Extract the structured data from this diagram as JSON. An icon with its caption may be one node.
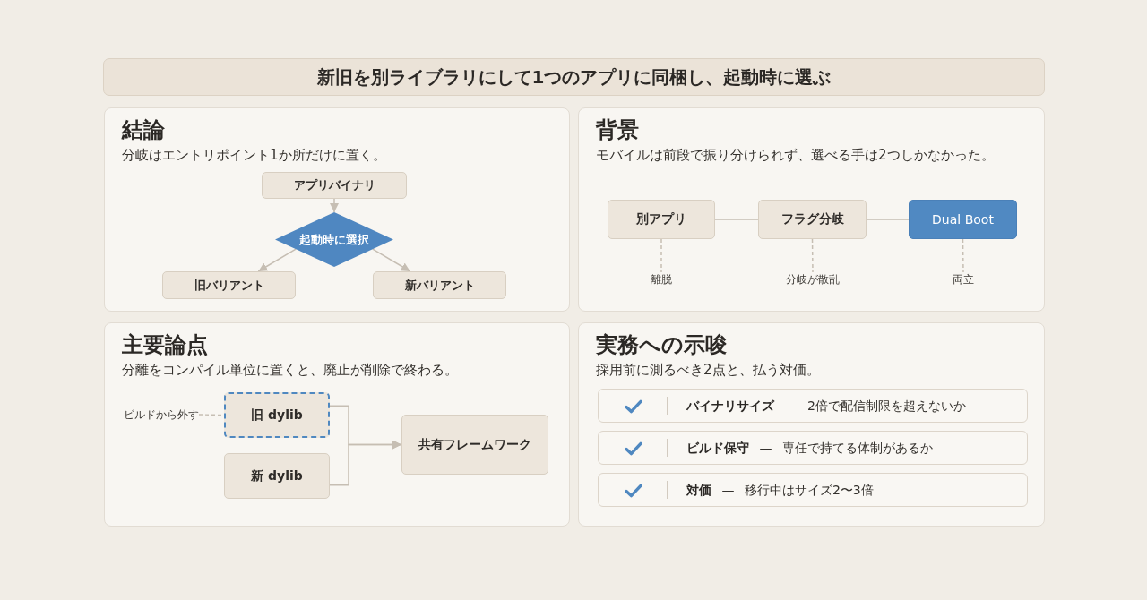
{
  "diagram": {
    "title": "新旧を別ライブラリにして1つのアプリに同梱し、起動時に選ぶ",
    "nodes": [
      {
        "text": [
          "結論",
          "分岐はエントリポイント1か所だけに置く。"
        ]
      },
      {
        "text": [
          "アプリバイナリ"
        ],
        "in": 0
      },
      {
        "text": [
          "起動時に選択"
        ],
        "in": 0
      },
      {
        "text": [
          "旧バリアント"
        ],
        "in": 0
      },
      {
        "text": [
          "新バリアント"
        ],
        "in": 0
      },
      {
        "text": [
          "背景",
          "モバイルは前段で振り分けられず、選べる手は2つしかなかった。"
        ]
      },
      {
        "text": [
          "別アプリ"
        ],
        "in": 5
      },
      {
        "text": [
          "フラグ分岐"
        ],
        "in": 5
      },
      {
        "text": [
          "Dual Boot"
        ],
        "in": 5
      },
      {
        "text": [
          "離脱"
        ],
        "in": 5
      },
      {
        "text": [
          "分岐が散乱"
        ],
        "in": 5
      },
      {
        "text": [
          "両立"
        ],
        "in": 5
      },
      {
        "text": [
          "主要論点",
          "分離をコンパイル単位に置くと、廃止が削除で終わる。"
        ]
      },
      {
        "text": [
          "ビルドから外す"
        ],
        "in": 12
      },
      {
        "text": [
          "旧 dylib"
        ],
        "in": 12
      },
      {
        "text": [
          "新 dylib"
        ],
        "in": 12
      },
      {
        "text": [
          "共有フレームワーク"
        ],
        "in": 12
      },
      {
        "text": [
          "実務への示唆",
          "採用前に測るべき2点と、払う対価。"
        ]
      },
      {
        "text": [
          "**バイナリサイズ** — 2倍で配信制限を超えないか"
        ],
        "in": 17
      },
      {
        "text": [
          "**ビルド保守** — 専任で持てる体制があるか"
        ],
        "in": 17
      },
      {
        "text": [
          "**対価** — 移行中はサイズ2〜3倍"
        ],
        "in": 17
      }
    ],
    "edges": [
      {
        "from": 1,
        "to": 2,
        "arrow": "to"
      },
      {
        "from": 2,
        "to": 3,
        "arrow": "to"
      },
      {
        "from": 2,
        "to": 4,
        "arrow": "to"
      },
      {
        "from": 6,
        "to": 7,
        "arrow": "none"
      },
      {
        "from": 7,
        "to": 8,
        "arrow": "none"
      },
      {
        "from": 6,
        "to": 9,
        "arrow": "none",
        "style": "dashed"
      },
      {
        "from": 7,
        "to": 10,
        "arrow": "none",
        "style": "dashed"
      },
      {
        "from": 8,
        "to": 11,
        "arrow": "none",
        "style": "dashed"
      },
      {
        "from": 13,
        "to": 14,
        "arrow": "none",
        "style": "dashed"
      },
      {
        "from": 14,
        "to": 16,
        "arrow": "to"
      },
      {
        "from": 15,
        "to": 16,
        "arrow": "to"
      }
    ]
  }
}
